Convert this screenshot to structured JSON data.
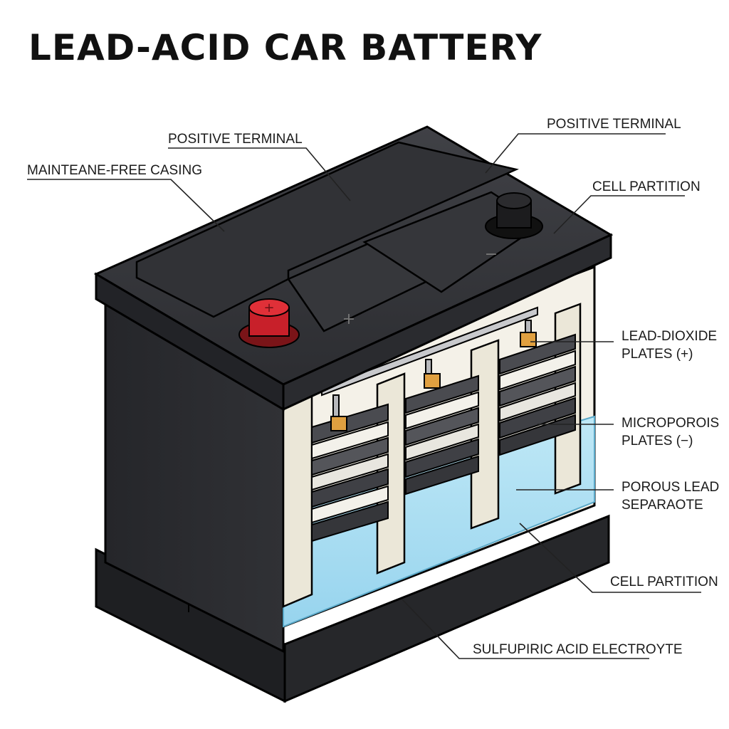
{
  "title": "LEAD-ACID CAR BATTERY",
  "labels": {
    "positive_terminal_left": "POSITIVE TERMINAL",
    "casing": "MAINTEANE-FREE CASING",
    "positive_terminal_right": "POSITIVE TERMINAL",
    "cell_partition_top": "CELL PARTITION",
    "lead_dioxide_line1": "LEAD-DIOXIDE",
    "lead_dioxide_line2": "PLATES (+)",
    "microporous_line1": "MICROPOROIS",
    "microporous_line2": "PLATES (−)",
    "porous_lead_line1": "POROUS LEAD",
    "porous_lead_line2": "SEPARAOTE",
    "cell_partition_bottom": "CELL PARTITION",
    "electrolyte": "SULFUPIRIC ACID ELECTROYTE"
  },
  "terminal_symbols": {
    "positive": "+",
    "negative": "−"
  },
  "colors": {
    "casing": "#2a2b2e",
    "casing_top": "#3a3b3f",
    "positive_cap": "#c8202a",
    "negative_cap": "#1c1c1e",
    "electrolyte": "#a9def2",
    "partition": "#efece0",
    "connector": "#e0a040"
  }
}
